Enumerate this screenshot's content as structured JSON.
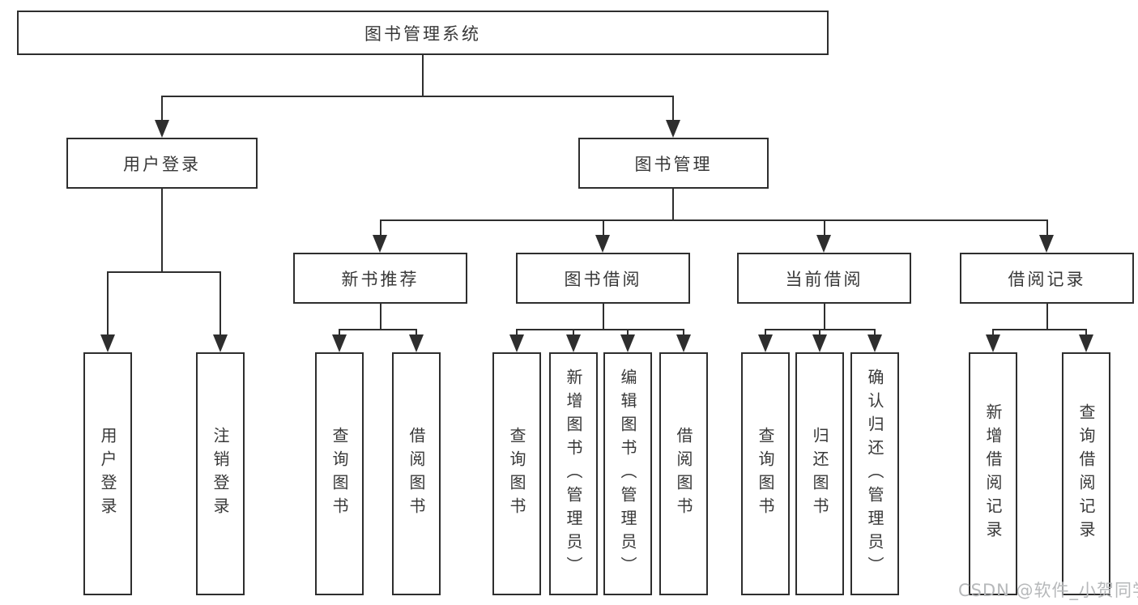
{
  "diagram": {
    "root": {
      "label": "图书管理系统"
    },
    "level2": [
      {
        "label": "用户登录"
      },
      {
        "label": "图书管理"
      }
    ],
    "level3": [
      {
        "label": "新书推荐"
      },
      {
        "label": "图书借阅"
      },
      {
        "label": "当前借阅"
      },
      {
        "label": "借阅记录"
      }
    ],
    "leaves": {
      "user_login": [
        "用户登录",
        "注销登录"
      ],
      "new_book": [
        "查询图书",
        "借阅图书"
      ],
      "book_borrow": [
        "查询图书",
        "新增图书（管理员）",
        "编辑图书（管理员）",
        "借阅图书"
      ],
      "current_borrow": [
        "查询图书",
        "归还图书",
        "确认归还（管理员）"
      ],
      "borrow_records": [
        "新增借阅记录",
        "查询借阅记录"
      ]
    }
  },
  "watermark": {
    "text": "CSDN @软件_小贺同学",
    "color": "#b6b8ba"
  },
  "colors": {
    "line": "#2e2e2e",
    "box_border": "#2e2e2e",
    "text": "#383838",
    "background": "#ffffff"
  }
}
